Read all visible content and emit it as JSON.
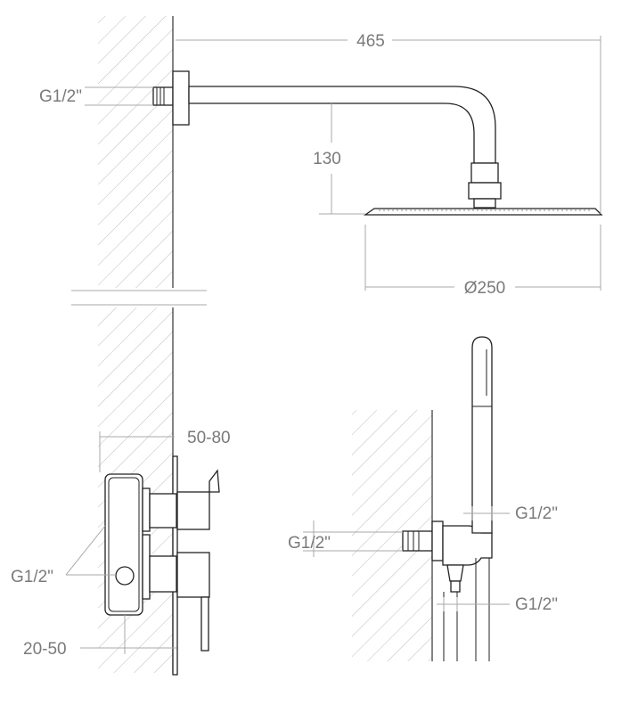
{
  "dimensions": {
    "arm_length": "465",
    "arm_thread": "G1/2\"",
    "arm_drop": "130",
    "head_diameter": "Ø250",
    "body_depth": "50-80",
    "mixer_threads": "G1/2\"",
    "install_depth": "20-50",
    "elbow_thread": "G1/2\"",
    "hose_thread_top": "G1/2\"",
    "hose_thread_bottom": "G1/2\""
  }
}
